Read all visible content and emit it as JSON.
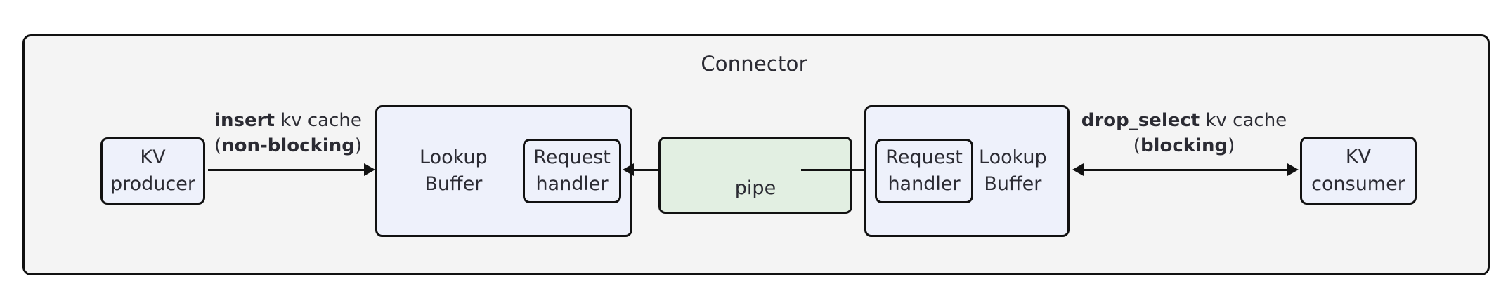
{
  "diagram": {
    "title": "Connector",
    "frame_bg": "#f4f4f4",
    "node_bg": "#eef1fb",
    "pipe_bg": "#e2efe2",
    "stroke": "#111111",
    "text_color": "#2b2b33"
  },
  "nodes": {
    "kv_producer": {
      "line1": "KV",
      "line2": "producer"
    },
    "kv_consumer": {
      "line1": "KV",
      "line2": "consumer"
    },
    "lookup_buffer_left": {
      "line1": "Lookup",
      "line2": "Buffer"
    },
    "lookup_buffer_right": {
      "line1": "Lookup",
      "line2": "Buffer"
    },
    "request_handler_left": {
      "line1": "Request",
      "line2": "handler"
    },
    "request_handler_right": {
      "line1": "Request",
      "line2": "handler"
    },
    "pipe": {
      "label": "pipe"
    }
  },
  "edges": {
    "insert": {
      "line1_bold": "insert",
      "line1_rest": " kv cache",
      "line2_open": "(",
      "line2_bold": "non-blocking",
      "line2_close": ")",
      "direction": "producer-to-buffer"
    },
    "drop_select": {
      "line1_bold": "drop_select",
      "line1_rest": " kv cache",
      "line2_open": "(",
      "line2_bold": "blocking",
      "line2_close": ")",
      "direction": "bidirectional"
    }
  }
}
